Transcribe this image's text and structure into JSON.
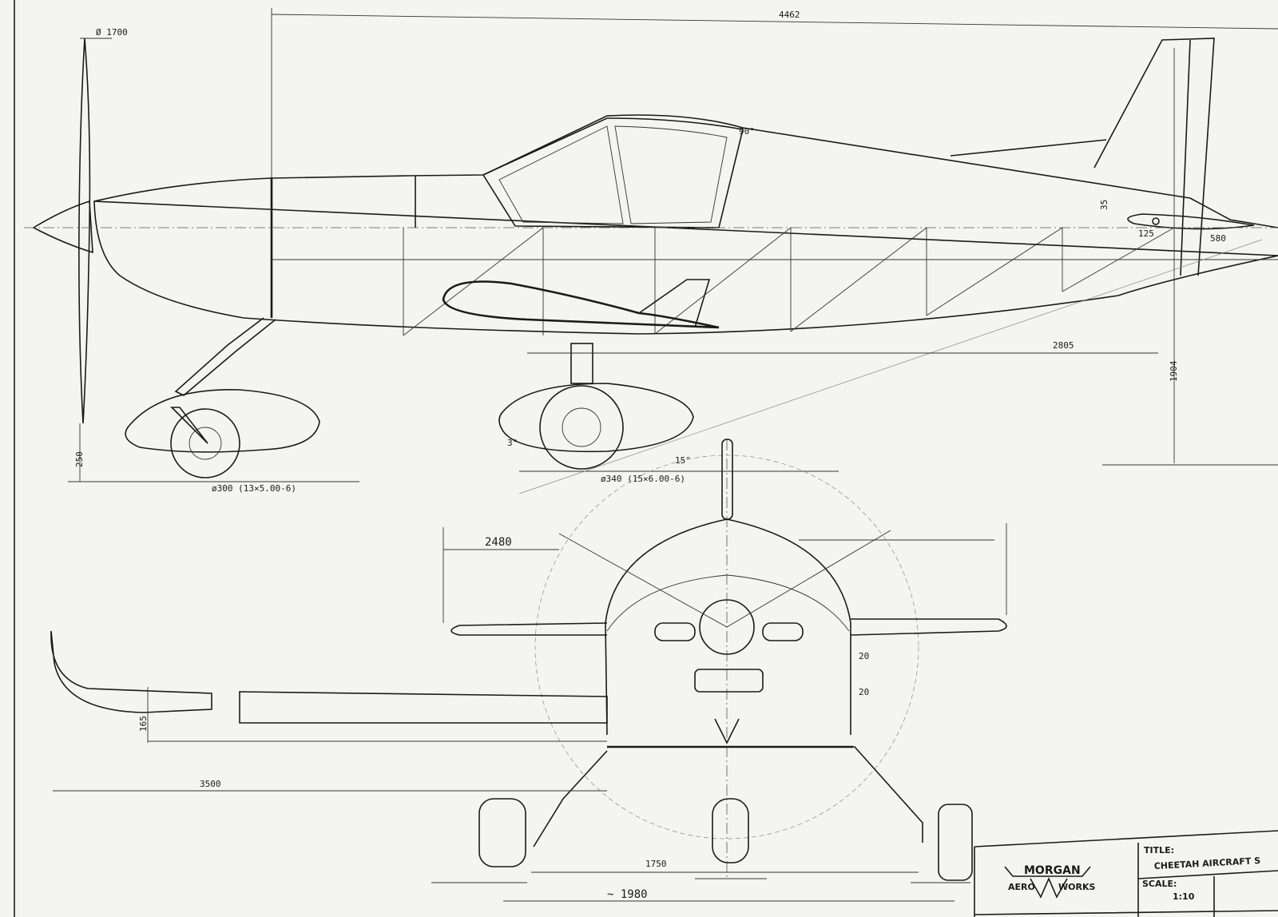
{
  "side_view": {
    "overall_length": "4462",
    "prop_diameter": "Ø 1700",
    "canopy_angle": "90°",
    "tail_offset": "35",
    "tail_pivot": "125",
    "tail_chord": "580",
    "main_gear_to_tail": "2805",
    "height": "1904",
    "nose_wheel_height": "250",
    "nose_wheel": "ø300 (13×5.00-6)",
    "main_wheel": "ø340 (15×6.00-6)",
    "gear_angle": "3°",
    "tail_clearance_angle": "15°"
  },
  "front_view": {
    "half_span": "2480",
    "dim_20_a": "20",
    "dim_20_b": "20",
    "track": "1750",
    "wheel_track": "~ 1980"
  },
  "wing_view": {
    "tip_height": "165",
    "half_span": "3500"
  },
  "title_block": {
    "logo_top": "MORGAN",
    "logo_left": "AERO",
    "logo_right": "WORKS",
    "title_label": "TITLE:",
    "title": "CHEETAH AIRCRAFT S",
    "scale_label": "SCALE:",
    "scale": "1:10"
  }
}
